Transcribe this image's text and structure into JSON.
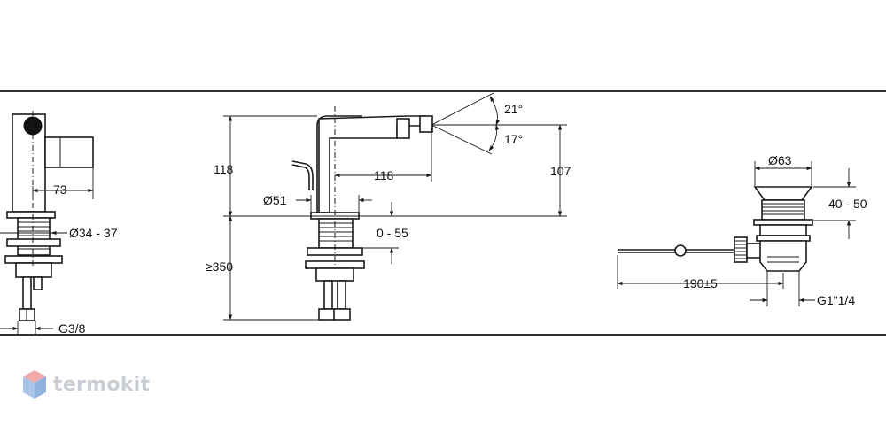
{
  "side_view": {
    "dim_reach": "73",
    "dim_base_diameter": "Ø34 - 37",
    "dim_connection": "G3/8"
  },
  "front_view": {
    "dim_height_left": "118",
    "dim_body_diameter": "Ø51",
    "dim_spout_reach": "118",
    "dim_height_right": "107",
    "dim_angle_up": "21°",
    "dim_angle_down": "17°",
    "dim_deck_thickness": "0 - 55",
    "dim_hose_length": "≥350"
  },
  "drain": {
    "dim_flange_diameter": "Ø63",
    "dim_adjust_range": "40 - 50",
    "dim_rod_length": "190±5",
    "dim_thread": "G1\"1/4"
  },
  "watermark": {
    "brand": "termokit",
    "colors": {
      "top": "#f2a9a9",
      "left": "#a9c4e6",
      "right": "#8fb2de"
    }
  }
}
